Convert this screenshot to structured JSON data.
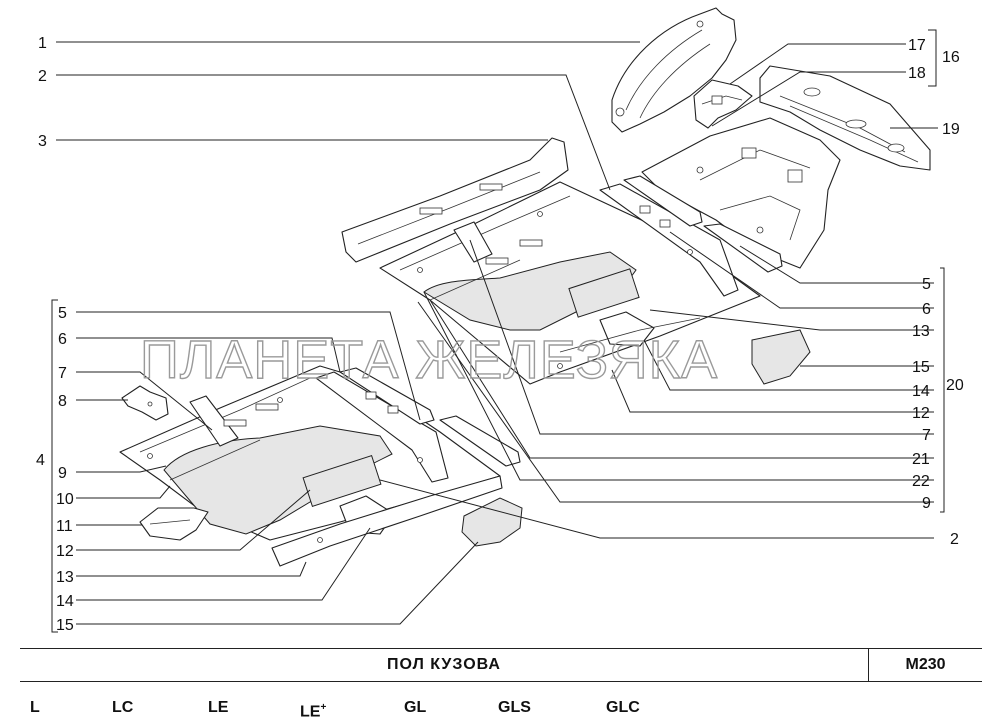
{
  "title": "ПОЛ   КУЗОВА",
  "code": "M230",
  "watermark": "ПЛАНЕТА ЖЕЛЕЗЯКА",
  "trims": [
    "L",
    "LC",
    "LE",
    "LE",
    "GL",
    "GLS",
    "GLC"
  ],
  "trim_plus": "+",
  "labels_left": [
    "1",
    "2",
    "3",
    "5",
    "6",
    "7",
    "8",
    "9",
    "10",
    "11",
    "12",
    "13",
    "14",
    "15"
  ],
  "group_left": "4",
  "labels_right": [
    "17",
    "18",
    "19",
    "5",
    "6",
    "13",
    "15",
    "14",
    "12",
    "7",
    "21",
    "22",
    "9",
    "2"
  ],
  "group_16": "16",
  "group_20": "20"
}
